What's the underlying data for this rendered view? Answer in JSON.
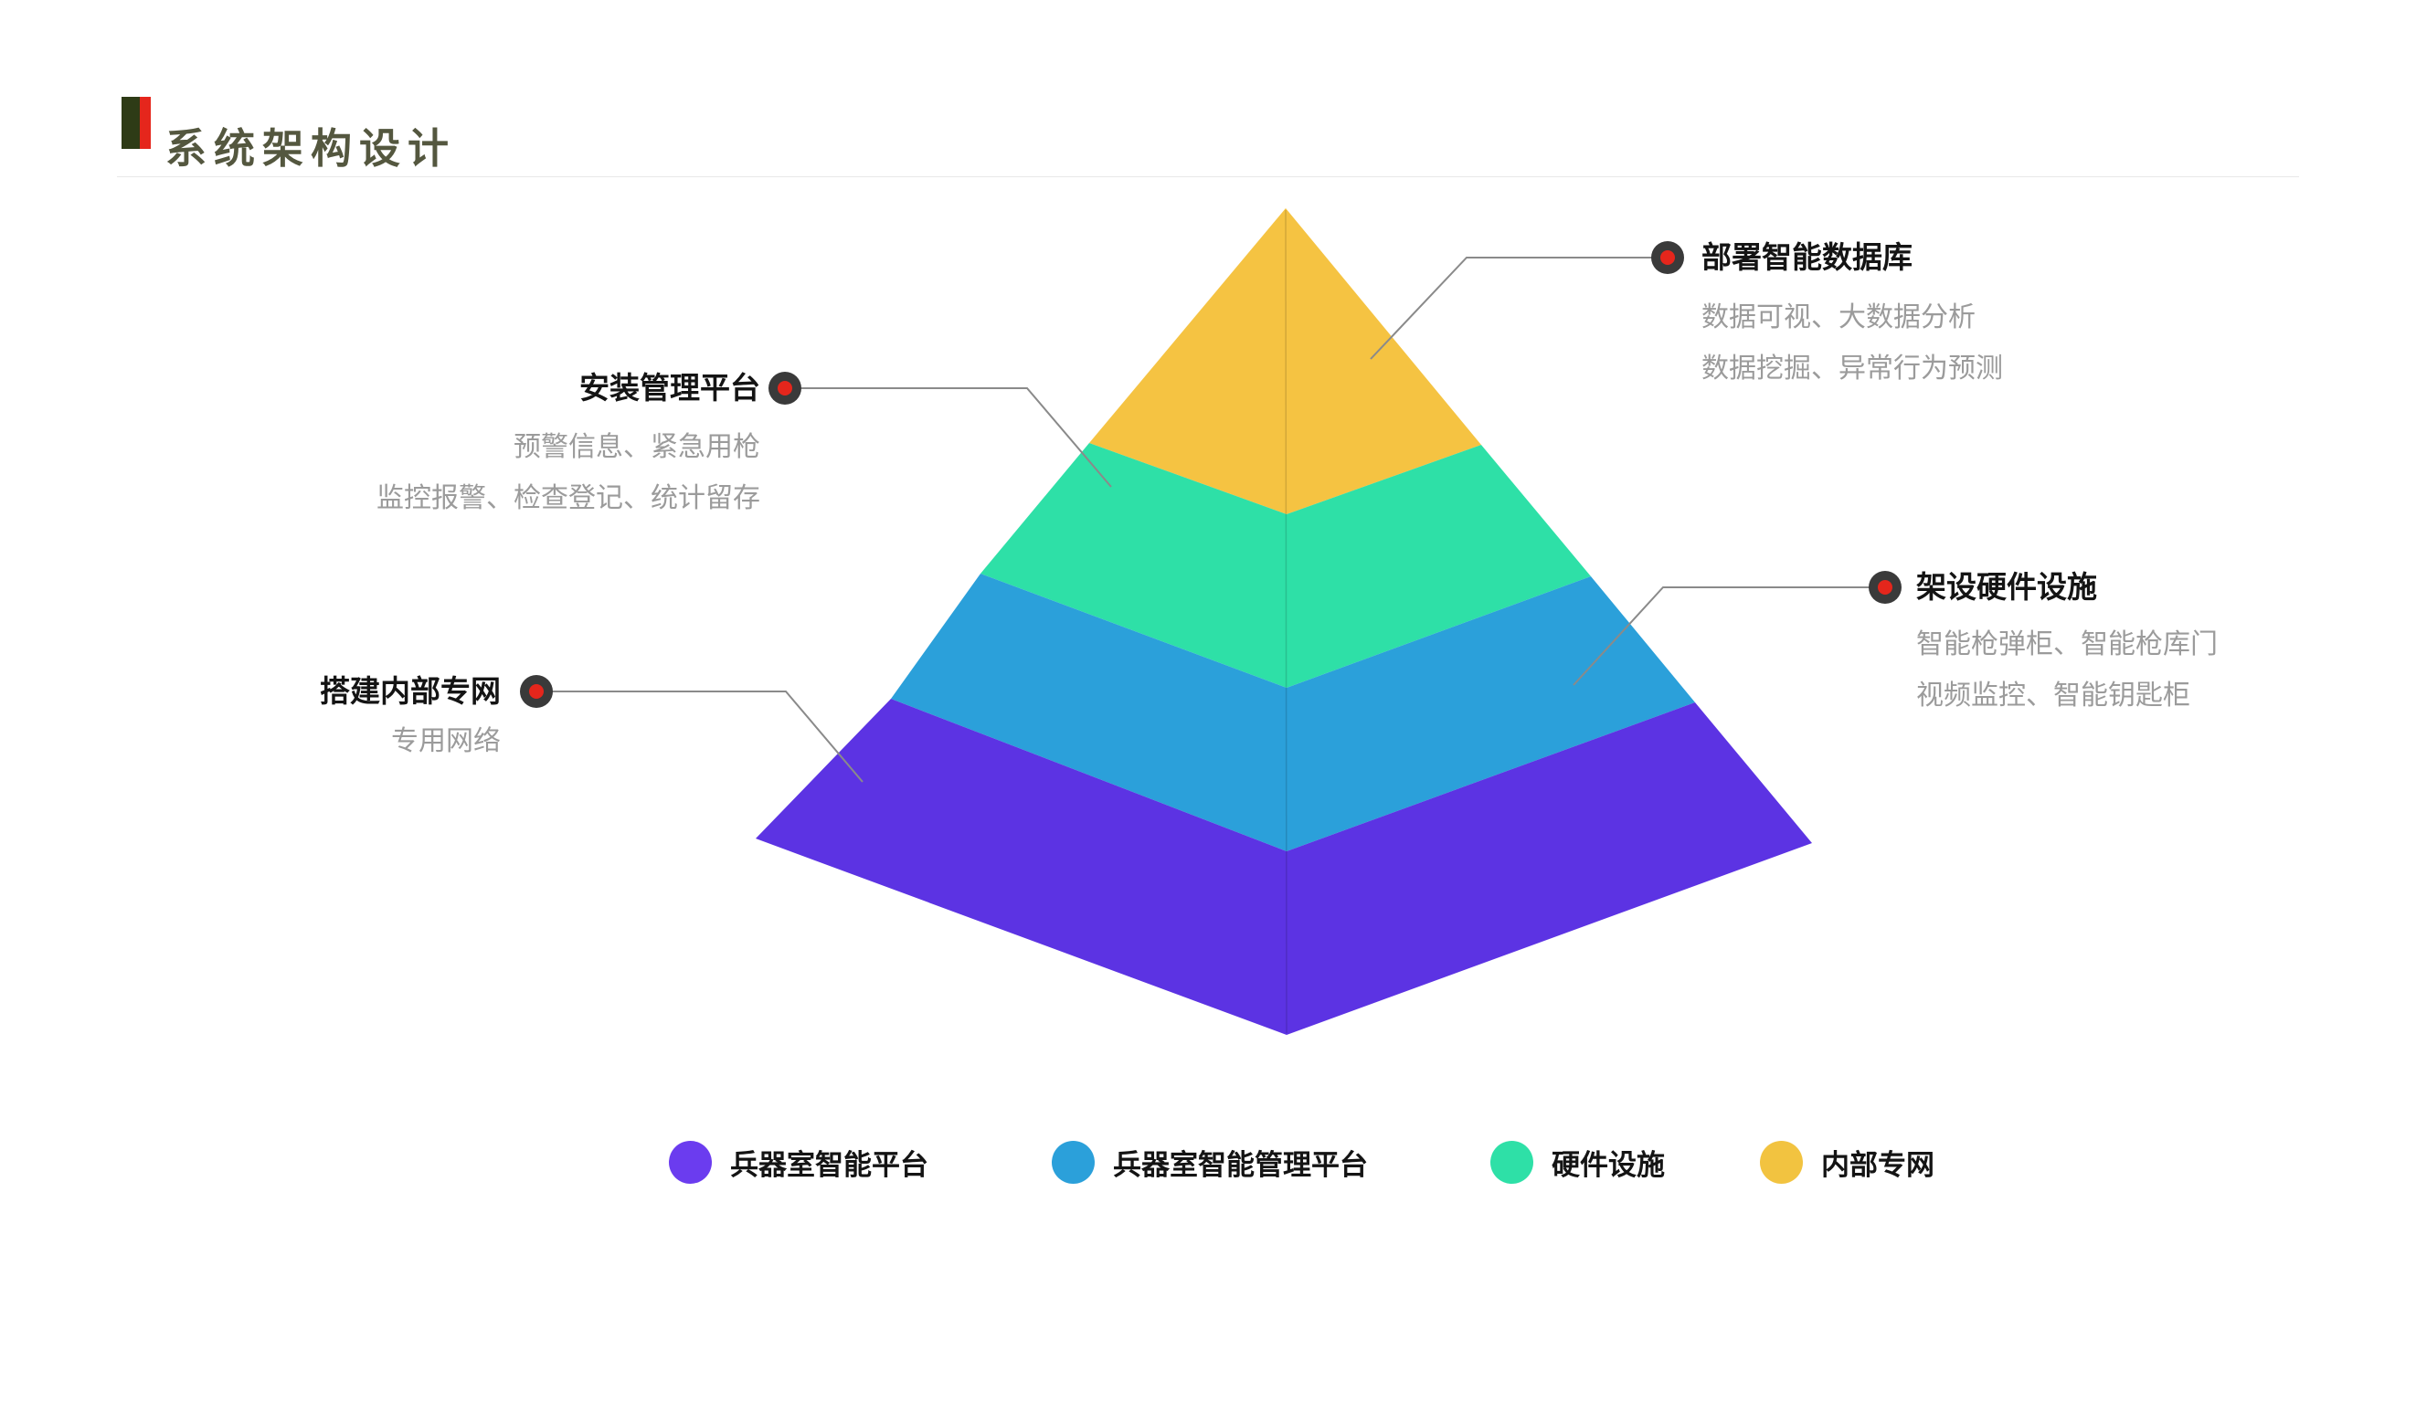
{
  "header": {
    "title": "系统架构设计",
    "title_color": "#54573F",
    "accent_green": "#2E3B16",
    "accent_red": "#E5261C"
  },
  "pyramid": {
    "layers": [
      {
        "position": "top",
        "color": "#F5C342"
      },
      {
        "position": "upper-middle",
        "color": "#2EE0A7"
      },
      {
        "position": "lower-middle",
        "color": "#2BA0DA"
      },
      {
        "position": "bottom",
        "color": "#5C33E3"
      }
    ]
  },
  "connector": {
    "line_color": "#8A8A8A",
    "dot_outer_color": "#3A3A3A",
    "dot_inner_color": "#E5261C"
  },
  "callouts": [
    {
      "title": "部署智能数据库",
      "lines": [
        "数据可视、大数据分析",
        "数据挖掘、异常行为预测"
      ]
    },
    {
      "title": "安装管理平台",
      "lines": [
        "预警信息、紧急用枪",
        "监控报警、检查登记、统计留存"
      ]
    },
    {
      "title": "架设硬件设施",
      "lines": [
        "智能枪弹柜、智能枪库门",
        "视频监控、智能钥匙柜"
      ]
    },
    {
      "title": "搭建内部专网",
      "lines": [
        "专用网络"
      ]
    }
  ],
  "legend": {
    "items": [
      {
        "label": "兵器室智能平台",
        "color": "#6B3CEF"
      },
      {
        "label": "兵器室智能管理平台",
        "color": "#2BA0DA"
      },
      {
        "label": "硬件设施",
        "color": "#2EE0A7"
      },
      {
        "label": "内部专网",
        "color": "#F2C340"
      }
    ]
  }
}
